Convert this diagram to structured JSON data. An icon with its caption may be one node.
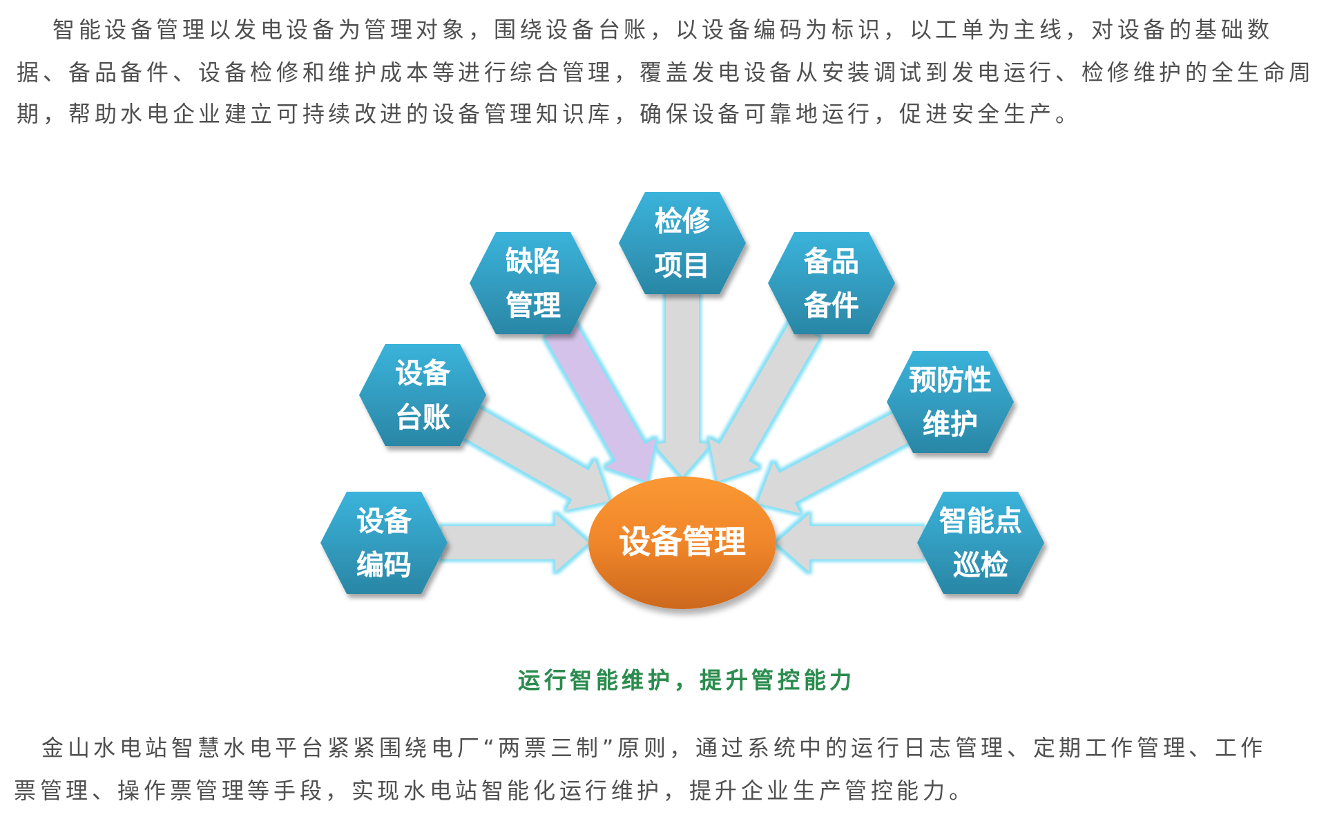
{
  "diagram": {
    "caption": "运行智能维护，提升管控能力",
    "nodes": [
      {
        "text": [
          "检修项目"
        ]
      },
      {
        "text": [
          "缺陷管理"
        ]
      },
      {
        "text": [
          "备品备件"
        ]
      },
      {
        "text": [
          "设备台账"
        ]
      },
      {
        "text": [
          "预防性维护"
        ]
      },
      {
        "text": [
          "设备编码"
        ]
      },
      {
        "text": [
          "设备管理"
        ]
      },
      {
        "text": [
          "智能点巡检"
        ]
      }
    ],
    "edges": [
      {
        "from": 0,
        "to": 6,
        "arrow": "to"
      },
      {
        "from": 1,
        "to": 6,
        "arrow": "to",
        "color": "#d4c2ea"
      },
      {
        "from": 2,
        "to": 6,
        "arrow": "to"
      },
      {
        "from": 3,
        "to": 6,
        "arrow": "to"
      },
      {
        "from": 4,
        "to": 6,
        "arrow": "to"
      },
      {
        "from": 5,
        "to": 6,
        "arrow": "to"
      },
      {
        "from": 7,
        "to": 6,
        "arrow": "to"
      }
    ],
    "labels": [
      "智能设备管理以发电设备为管理对象，围绕设备台账，以设备编码为标识，以工单为主线，对设备的基础数据、备品备件、设备检修和维护成本等进行综合管理，覆盖发电设备从安装调试到发电运行、检修维护的全生命周期，帮助水电企业建立可持续改进的设备管理知识库，确保设备可靠地运行，促进安全生产。",
      "金山水电站智慧水电平台紧紧围绕电厂“两票三制”原则，通过系统中的运行日志管理、定期工作管理、工作票管理、操作票管理等手段，实现水电站智能化运行维护，提升企业生产管控能力。"
    ]
  }
}
